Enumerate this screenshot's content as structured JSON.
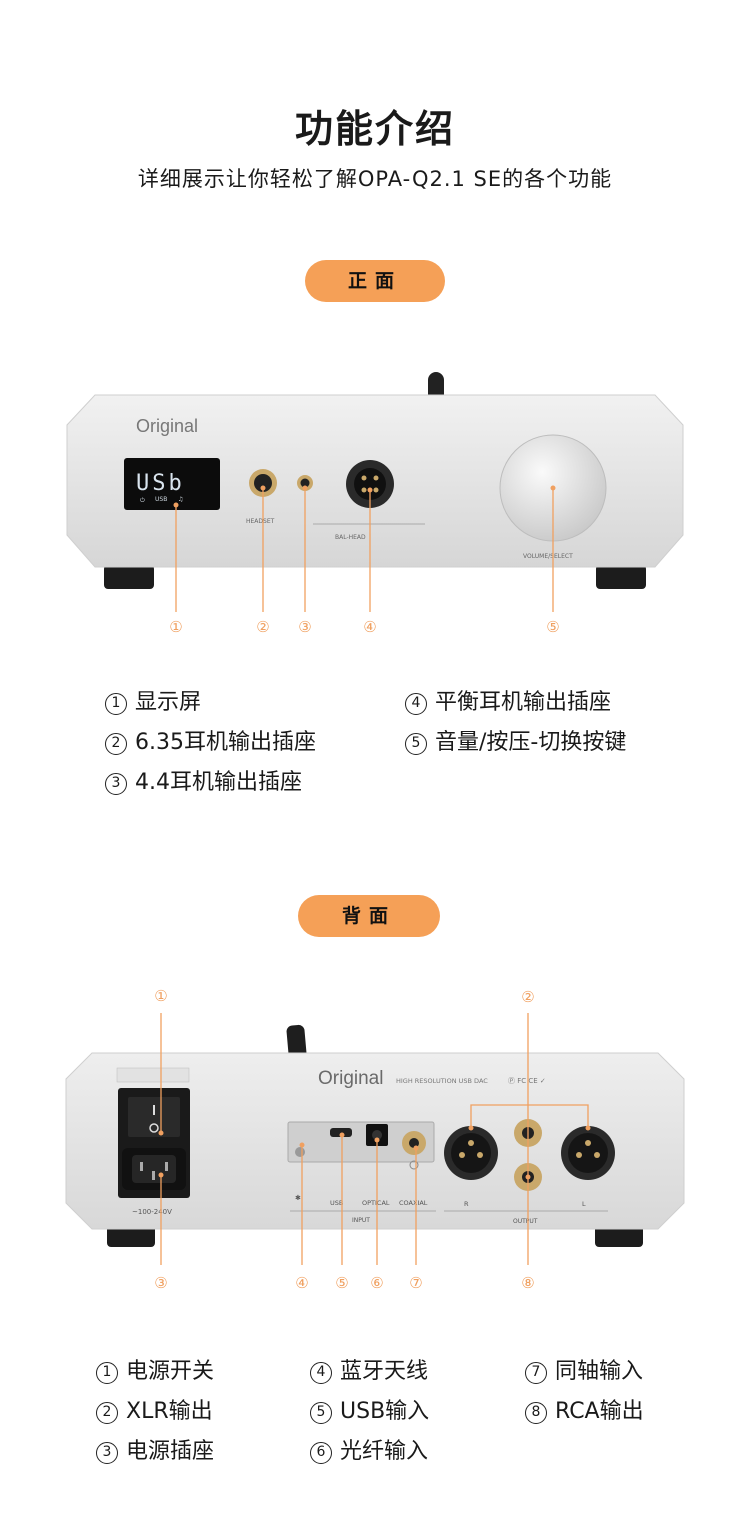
{
  "header": {
    "title": "功能介绍",
    "subtitle": "详细展示让你轻松了解OPA-Q2.1 SE的各个功能"
  },
  "front": {
    "pill_label": "正面",
    "device": {
      "brand": "Original",
      "display_text": "USb",
      "display_icons": [
        "⏻",
        "USB",
        "🎧"
      ],
      "headset_label": "HEADSET",
      "balhead_label": "BAL-HEAD",
      "volume_label": "VOLUME/SELECT"
    },
    "callouts": [
      "①",
      "②",
      "③",
      "④",
      "⑤"
    ],
    "legend": [
      {
        "num": "1",
        "text": "显示屏"
      },
      {
        "num": "2",
        "text": "6.35耳机输出插座"
      },
      {
        "num": "3",
        "text": "4.4耳机输出插座"
      },
      {
        "num": "4",
        "text": "平衡耳机输出插座"
      },
      {
        "num": "5",
        "text": "音量/按压-切换按键"
      }
    ]
  },
  "back": {
    "pill_label": "背面",
    "device": {
      "brand": "Original",
      "model_text": "HIGH RESOLUTION USB DAC",
      "voltage_label": "~100-240V",
      "usb_label": "USB",
      "optical_label": "OPTICAL",
      "coaxial_label": "COAXIAL",
      "input_label": "INPUT",
      "output_label": "OUTPUT",
      "r_label": "R",
      "l_label": "L"
    },
    "callouts": [
      "①",
      "②",
      "③",
      "④",
      "⑤",
      "⑥",
      "⑦",
      "⑧"
    ],
    "legend": [
      {
        "num": "1",
        "text": "电源开关"
      },
      {
        "num": "2",
        "text": "XLR输出"
      },
      {
        "num": "3",
        "text": "电源插座"
      },
      {
        "num": "4",
        "text": "蓝牙天线"
      },
      {
        "num": "5",
        "text": "USB输入"
      },
      {
        "num": "6",
        "text": "光纤输入"
      },
      {
        "num": "7",
        "text": "同轴输入"
      },
      {
        "num": "8",
        "text": "RCA输出"
      }
    ]
  },
  "colors": {
    "accent": "#f5a057",
    "callout_line": "#f0a060",
    "chassis": "#e6e6e6"
  }
}
